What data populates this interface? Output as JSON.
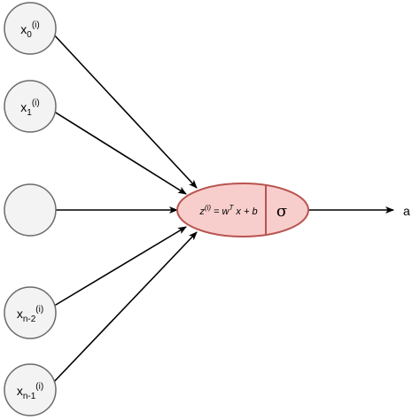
{
  "colors": {
    "node_fill": "#f3f3f3",
    "node_stroke": "#6b6b6b",
    "neuron_fill": "#f8cecc",
    "neuron_stroke": "#b85450",
    "edge": "#000000"
  },
  "inputs": [
    {
      "base": "x",
      "sub": "0",
      "sup": "(i)"
    },
    {
      "base": "x",
      "sub": "1",
      "sup": "(i)"
    },
    {
      "base": "",
      "sub": "",
      "sup": ""
    },
    {
      "base": "x",
      "sub": "n-2",
      "sup": "(i)"
    },
    {
      "base": "x",
      "sub": "n-1",
      "sup": "(i)"
    }
  ],
  "neuron": {
    "eq_z": "z",
    "eq_z_sup": "(i)",
    "eq_mid": " = w",
    "eq_t_sup": "T",
    "eq_rest": " x + b",
    "activation": "σ"
  },
  "output": {
    "label": "a"
  }
}
